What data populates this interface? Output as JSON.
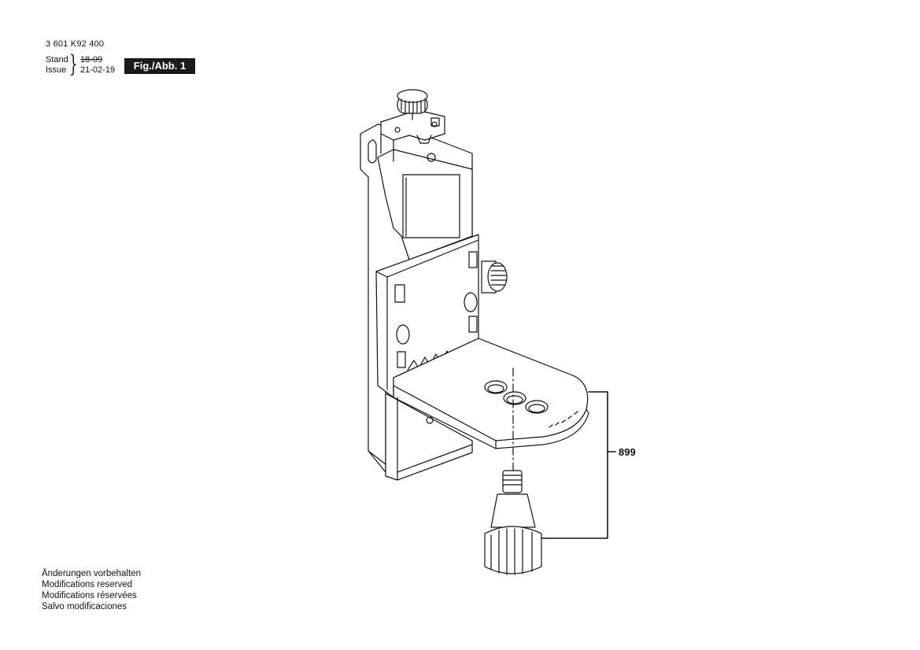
{
  "header": {
    "part_number": "3 601 K92 400",
    "stand_label": "Stand",
    "issue_label": "Issue",
    "stand_date": "18-09",
    "issue_date": "21-02-19",
    "figure_tag": "Fig./Abb. 1"
  },
  "drawing": {
    "subject": "laser holder bracket with knob screw",
    "callout_number": "899"
  },
  "footer": {
    "notes": [
      "Änderungen vorbehalten",
      "Modifications reserved",
      "Modifications réservées",
      "Salvo modificaciones"
    ]
  }
}
